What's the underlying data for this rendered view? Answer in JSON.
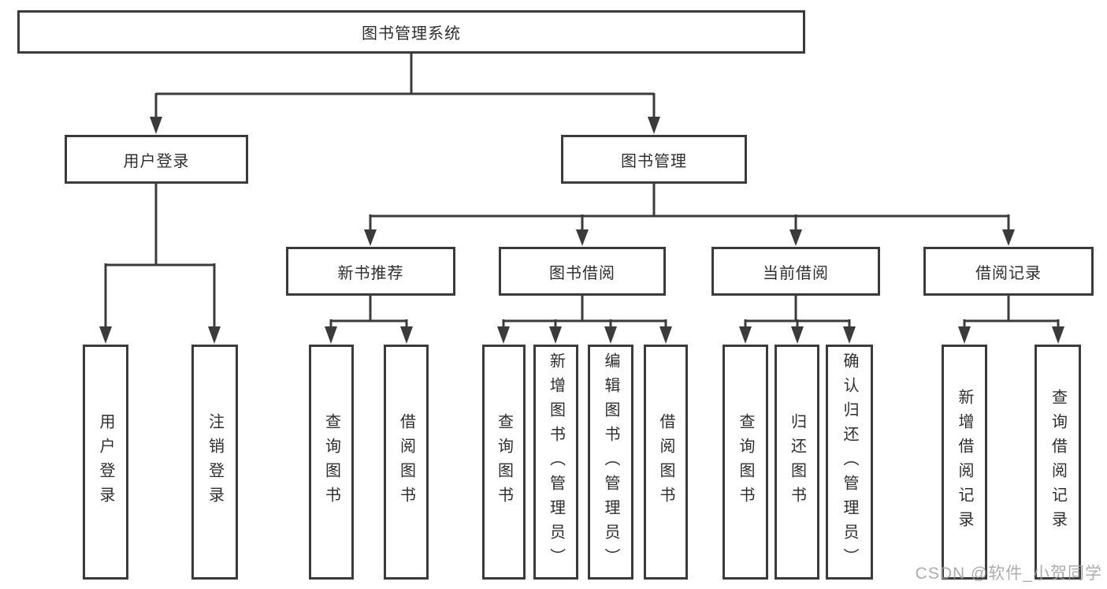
{
  "diagram": {
    "root": {
      "label": "图书管理系统"
    },
    "branches": [
      {
        "label": "用户登录",
        "children": [
          {
            "label": "用户登录"
          },
          {
            "label": "注销登录"
          }
        ]
      },
      {
        "label": "图书管理",
        "children": [
          {
            "label": "新书推荐",
            "children": [
              {
                "label": "查询图书"
              },
              {
                "label": "借阅图书"
              }
            ]
          },
          {
            "label": "图书借阅",
            "children": [
              {
                "label": "查询图书"
              },
              {
                "label": "新增图书（管理员）"
              },
              {
                "label": "编辑图书（管理员）"
              },
              {
                "label": "借阅图书"
              }
            ]
          },
          {
            "label": "当前借阅",
            "children": [
              {
                "label": "查询图书"
              },
              {
                "label": "归还图书"
              },
              {
                "label": "确认归还（管理员）"
              }
            ]
          },
          {
            "label": "借阅记录",
            "children": [
              {
                "label": "新增借阅记录"
              },
              {
                "label": "查询借阅记录"
              }
            ]
          }
        ]
      }
    ]
  },
  "watermark": {
    "text": "CSDN @软件_小贺同学"
  },
  "colors": {
    "line": "#3b3b3b",
    "text": "#2e2e2e",
    "watermark": "#9e9e9e",
    "background": "#ffffff"
  }
}
